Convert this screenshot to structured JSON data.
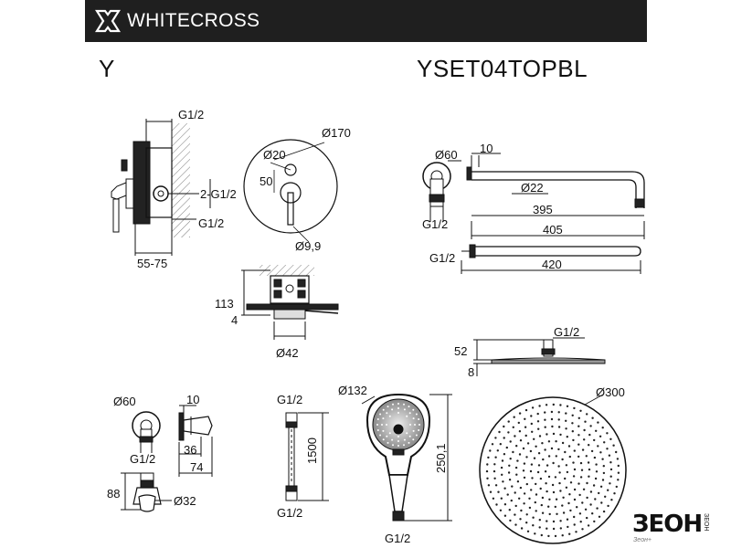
{
  "brand": {
    "name": "WHITECROSS"
  },
  "header": {
    "series": "Y",
    "model": "YSET04TOPBL"
  },
  "valve": {
    "inlet_top": "G1/2",
    "outlets": "2-G1/2",
    "inlet_bottom": "G1/2",
    "depth": "55-75",
    "plate_dia": "Ø170",
    "handle_dia": "Ø20",
    "offset": "50",
    "lever_dia": "Ø9,9",
    "box_height": "113",
    "plate_thk": "4",
    "body_dia": "Ø42"
  },
  "arm": {
    "flange_dia": "Ø60",
    "flange_thk": "10",
    "arm_dia": "Ø22",
    "arm_len": "395",
    "total_len": "405",
    "thread": "G1/2",
    "thread2": "G1/2",
    "straight_len": "420"
  },
  "head": {
    "thread": "G1/2",
    "height": "52",
    "thk": "8",
    "dia": "Ø300"
  },
  "holder": {
    "flange_dia": "Ø60",
    "thk": "10",
    "thread": "G1/2",
    "depth1": "36",
    "depth2": "74",
    "height": "88",
    "hook_dia": "Ø32"
  },
  "hose": {
    "thread_top": "G1/2",
    "length": "1500",
    "thread_bottom": "G1/2"
  },
  "hand_shower": {
    "dia": "Ø132",
    "length": "250,1",
    "thread": "G1/2"
  },
  "badge": {
    "word": "ЗЕОН",
    "side": "ЗЕОН",
    "sub": "Зеон+"
  }
}
